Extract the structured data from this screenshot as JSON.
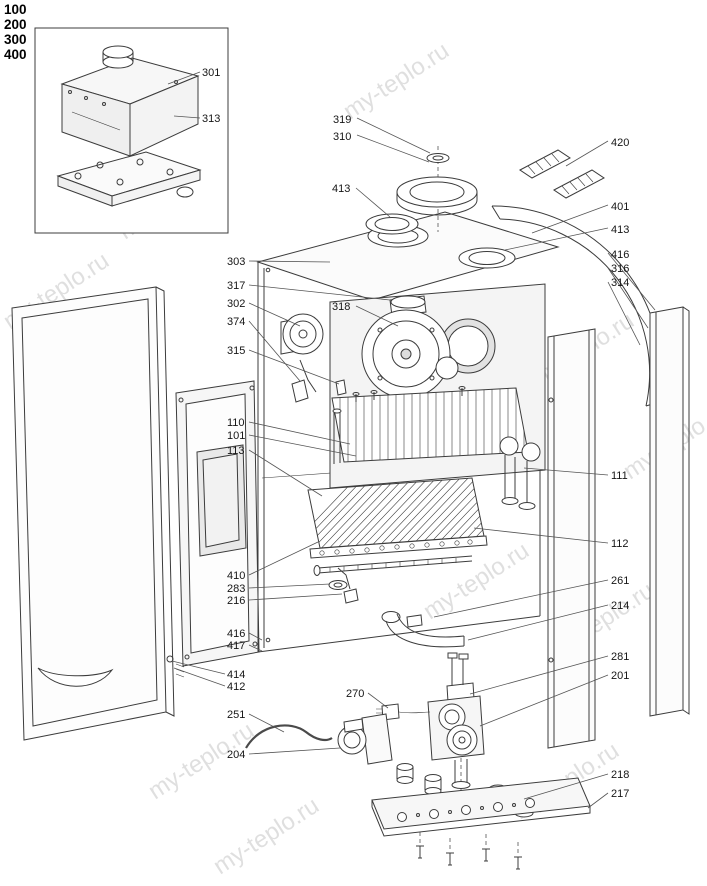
{
  "watermark": "my-teplo.ru",
  "models": [
    "100",
    "200",
    "300",
    "400"
  ],
  "labels": {
    "l301": "301",
    "l313": "313",
    "l319": "319",
    "l310": "310",
    "l413a": "413",
    "l318": "318",
    "l420": "420",
    "l401": "401",
    "l413b": "413",
    "l416a": "416",
    "l316": "316",
    "l314": "314",
    "l303": "303",
    "l317": "317",
    "l302": "302",
    "l374": "374",
    "l315": "315",
    "l110": "110",
    "l101": "101",
    "l113": "113",
    "l111": "111",
    "l112": "112",
    "l410": "410",
    "l283": "283",
    "l216": "216",
    "l261": "261",
    "l214": "214",
    "l416b": "416",
    "l417": "417",
    "l414": "414",
    "l412": "412",
    "l281": "281",
    "l201": "201",
    "l270": "270",
    "l251": "251",
    "l204": "204",
    "l218": "218",
    "l217": "217"
  }
}
